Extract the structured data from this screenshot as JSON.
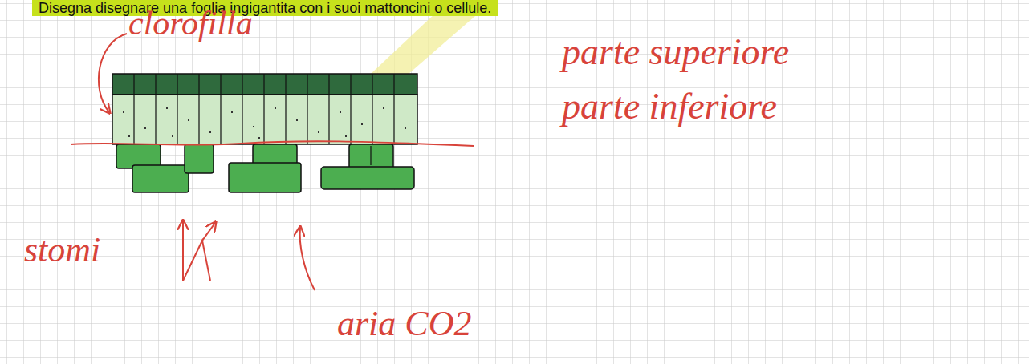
{
  "diagram": {
    "title": "Disegna disegnare una foglia ingigantita con i suoi mattoncini o cellule.",
    "labels": [
      "clorofilla",
      "parte superiore",
      "parte inferiore",
      "stomi",
      "aria CO2"
    ]
  }
}
